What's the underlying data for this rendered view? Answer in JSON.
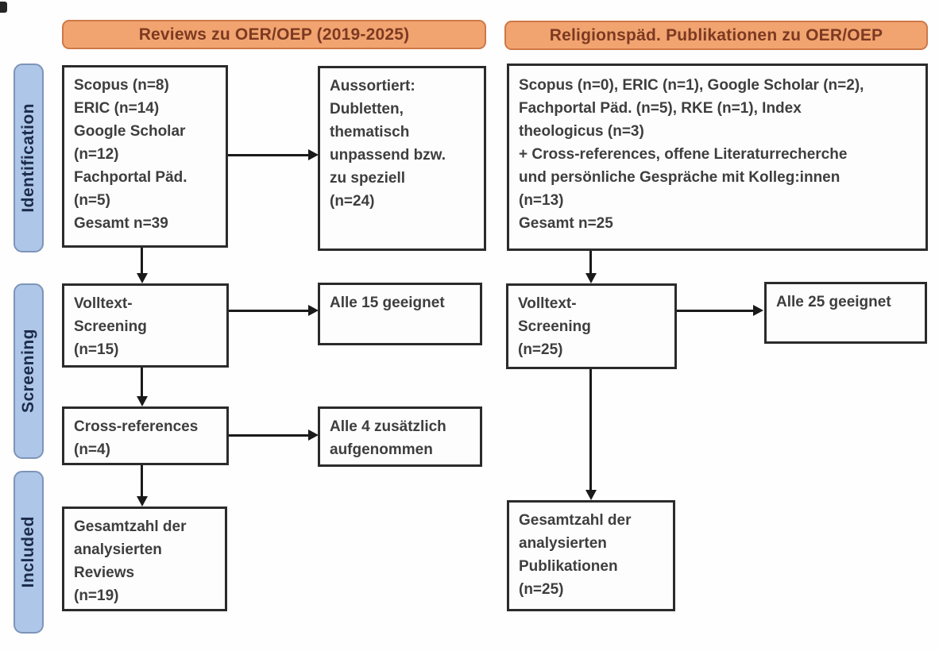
{
  "title_headers": {
    "left": "Reviews zu OER/OEP (2019-2025)",
    "right": "Religionspäd. Publikationen zu OER/OEP"
  },
  "stage_labels": {
    "identification": "Identification",
    "screening": "Screening",
    "included": "Included"
  },
  "boxes": {
    "left_sources": "Scopus (n=8)\nERIC (n=14)\nGoogle Scholar\n(n=12)\nFachportal Päd.\n(n=5)\nGesamt n=39",
    "left_excluded": "Aussortiert:\nDubletten,\nthematisch\nunpassend bzw.\nzu speziell\n(n=24)",
    "left_fulltext": "Volltext-\nScreening\n(n=15)",
    "left_fulltext_result": "Alle 15 geeignet",
    "left_crossref": "Cross-references\n(n=4)",
    "left_crossref_result": "Alle 4 zusätzlich\naufgenommen",
    "left_included": "Gesamtzahl der\nanalysierten\nReviews\n(n=19)",
    "right_sources": "Scopus (n=0), ERIC (n=1), Google Scholar (n=2),\nFachportal Päd. (n=5), RKE (n=1), Index\ntheologicus (n=3)\n+ Cross-references, offene Literaturrecherche\nund persönliche Gespräche mit Kolleg:innen\n(n=13)\nGesamt n=25",
    "right_fulltext": "Volltext-\nScreening\n(n=25)",
    "right_fulltext_result": "Alle 25 geeignet",
    "right_included": "Gesamtzahl der\nanalysierten\nPublikationen\n(n=25)"
  },
  "colors": {
    "header_fill": "#F2A470",
    "header_border": "#CE7848",
    "header_text": "#7C3A22",
    "stage_fill": "#AEC6E8",
    "stage_border": "#7E94B8",
    "stage_text": "#1C2B4A",
    "box_border": "#2B2B2B",
    "box_text": "#3E3E3E",
    "arrow": "#1A1A1A"
  }
}
